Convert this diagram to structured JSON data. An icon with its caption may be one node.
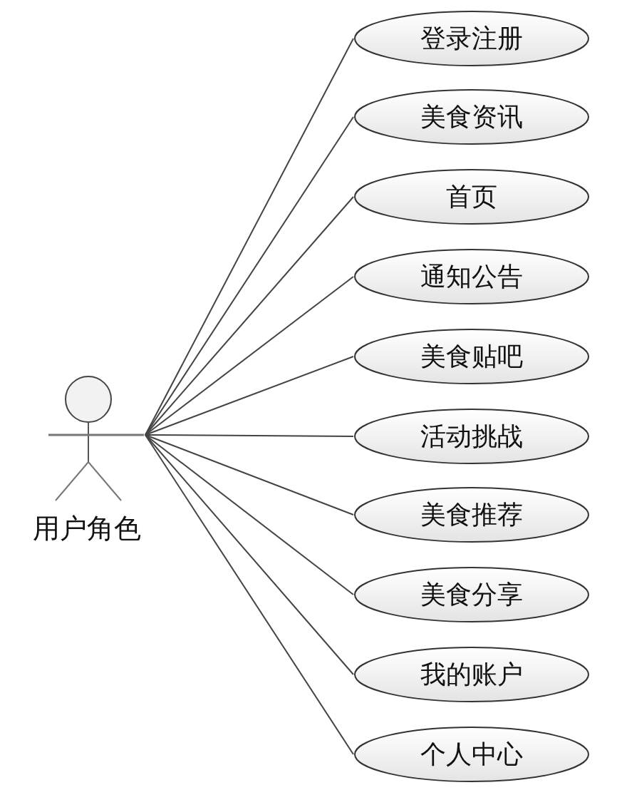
{
  "diagram": {
    "nodes": [
      {
        "text": [
          "用户角色"
        ]
      },
      {
        "text": [
          "登录注册"
        ]
      },
      {
        "text": [
          "美食资讯"
        ]
      },
      {
        "text": [
          "首页"
        ]
      },
      {
        "text": [
          "通知公告"
        ]
      },
      {
        "text": [
          "美食贴吧"
        ]
      },
      {
        "text": [
          "活动挑战"
        ]
      },
      {
        "text": [
          "美食推荐"
        ]
      },
      {
        "text": [
          "美食分享"
        ]
      },
      {
        "text": [
          "我的账户"
        ]
      },
      {
        "text": [
          "个人中心"
        ]
      }
    ],
    "edges": [
      {
        "from": 0,
        "to": 1,
        "arrow": "none"
      },
      {
        "from": 0,
        "to": 2,
        "arrow": "none"
      },
      {
        "from": 0,
        "to": 3,
        "arrow": "none"
      },
      {
        "from": 0,
        "to": 4,
        "arrow": "none"
      },
      {
        "from": 0,
        "to": 5,
        "arrow": "none"
      },
      {
        "from": 0,
        "to": 6,
        "arrow": "none"
      },
      {
        "from": 0,
        "to": 7,
        "arrow": "none"
      },
      {
        "from": 0,
        "to": 8,
        "arrow": "none"
      },
      {
        "from": 0,
        "to": 9,
        "arrow": "none"
      },
      {
        "from": 0,
        "to": 10,
        "arrow": "none"
      }
    ]
  }
}
